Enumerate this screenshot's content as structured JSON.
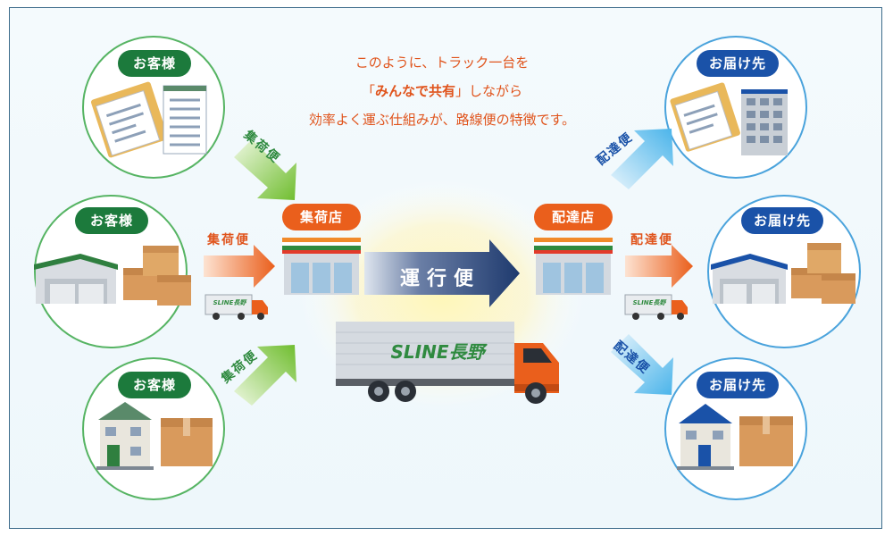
{
  "message": {
    "line1": "このように、トラック一台を",
    "line2_open": "「",
    "line2_emph": "みんなで共有",
    "line2_close": "」しながら",
    "line3": "効率よく運ぶ仕組みが、路線便の特徴です。"
  },
  "customers": [
    "お客様",
    "お客様",
    "お客様"
  ],
  "destinations": [
    "お届け先",
    "お届け先",
    "お届け先"
  ],
  "collect_label": "集荷便",
  "deliver_label": "配達便",
  "collect_store": "集荷店",
  "deliver_store": "配達店",
  "trunk_label": "運行便",
  "truck_logo": "SLINE長野",
  "small_truck_logo": "SLINE長野",
  "colors": {
    "green": "#1c7a3c",
    "blue": "#1a52a8",
    "orange": "#ea5f1c",
    "navy": "#1e3a6e"
  }
}
